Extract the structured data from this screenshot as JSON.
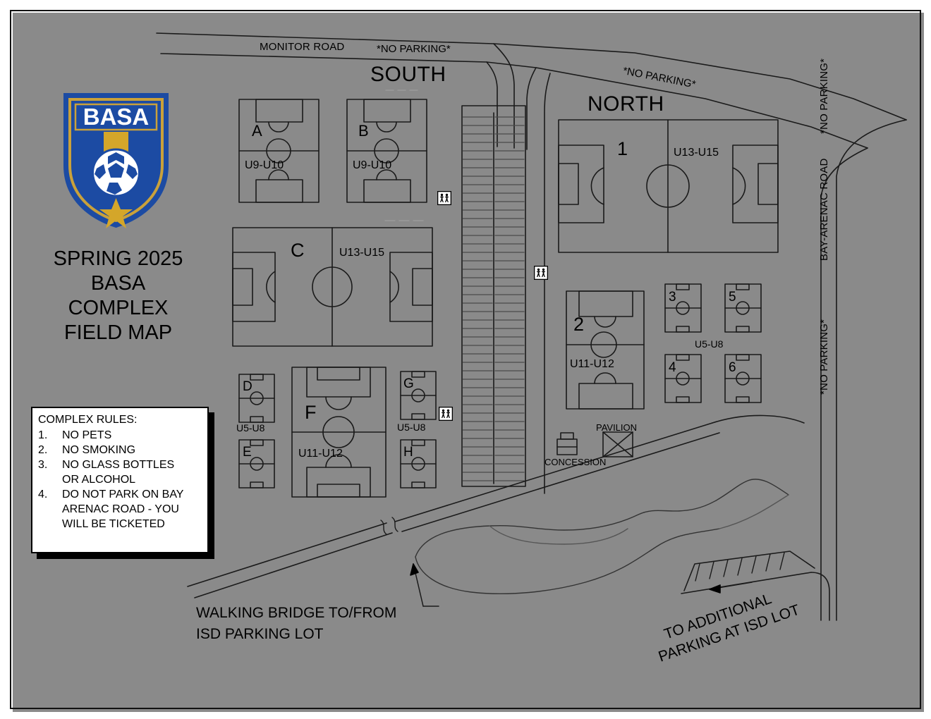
{
  "title": {
    "line1": "SPRING 2025",
    "line2": "BASA",
    "line3": "COMPLEX",
    "line4": "FIELD MAP"
  },
  "logo": {
    "text": "BASA",
    "shield_color": "#1c4ba3",
    "trim_color": "#c9a13b",
    "star_color": "#d4a62a"
  },
  "rules": {
    "heading": "COMPLEX RULES:",
    "items": [
      {
        "num": "1.",
        "text": "NO PETS",
        "cont": ""
      },
      {
        "num": "2.",
        "text": "NO SMOKING",
        "cont": ""
      },
      {
        "num": "3.",
        "text": "NO GLASS BOTTLES",
        "cont": "OR ALCOHOL"
      },
      {
        "num": "4.",
        "text": "DO NOT PARK ON BAY",
        "cont": "ARENAC ROAD - YOU",
        "cont2": "WILL BE TICKETED"
      }
    ]
  },
  "roads": {
    "monitor": "MONITOR ROAD",
    "monitor_noparking": "*NO PARKING*",
    "north_noparking": "*NO PARKING*",
    "bay_arenac": "BAY-ARENAC ROAD",
    "right_noparking_top": "*NO PARKING*",
    "right_noparking_bottom": "*NO PARKING*"
  },
  "sections": {
    "south": "SOUTH",
    "north": "NORTH"
  },
  "facilities": {
    "concession": "CONCESSION",
    "pavilion": "PAVILION"
  },
  "annotations": {
    "walking_bridge_line1": "WALKING BRIDGE TO/FROM",
    "walking_bridge_line2": "ISD PARKING LOT",
    "additional_parking_line1": "TO ADDITIONAL",
    "additional_parking_line2": "PARKING AT ISD LOT"
  },
  "fields": {
    "south": [
      {
        "id": "A",
        "age": "U9-U10",
        "size": "medium",
        "orient": "portrait"
      },
      {
        "id": "B",
        "age": "U9-U10",
        "size": "medium",
        "orient": "portrait"
      },
      {
        "id": "C",
        "age": "U13-U15",
        "size": "large",
        "orient": "landscape"
      },
      {
        "id": "D",
        "age": "U5-U8",
        "size": "small",
        "orient": "portrait"
      },
      {
        "id": "E",
        "age": "U5-U8",
        "size": "small",
        "orient": "portrait"
      },
      {
        "id": "F",
        "age": "U11-U12",
        "size": "medium",
        "orient": "portrait"
      },
      {
        "id": "G",
        "age": "U5-U8",
        "size": "small",
        "orient": "portrait"
      },
      {
        "id": "H",
        "age": "U5-U8",
        "size": "small",
        "orient": "portrait"
      }
    ],
    "north": [
      {
        "id": "1",
        "age": "U13-U15",
        "size": "large",
        "orient": "landscape"
      },
      {
        "id": "2",
        "age": "U11-U12",
        "size": "medium",
        "orient": "portrait"
      },
      {
        "id": "3",
        "age": "U5-U8",
        "size": "small",
        "orient": "portrait"
      },
      {
        "id": "4",
        "age": "U5-U8",
        "size": "small",
        "orient": "portrait"
      },
      {
        "id": "5",
        "age": "U5-U8",
        "size": "small",
        "orient": "portrait"
      },
      {
        "id": "6",
        "age": "U5-U8",
        "size": "small",
        "orient": "portrait"
      }
    ],
    "age_group_labels": {
      "south_de": "U5-U8",
      "south_gh": "U5-U8",
      "north_3456": "U5-U8"
    }
  },
  "icons": {
    "crosswalk": "pedestrian-crossing-sign"
  }
}
